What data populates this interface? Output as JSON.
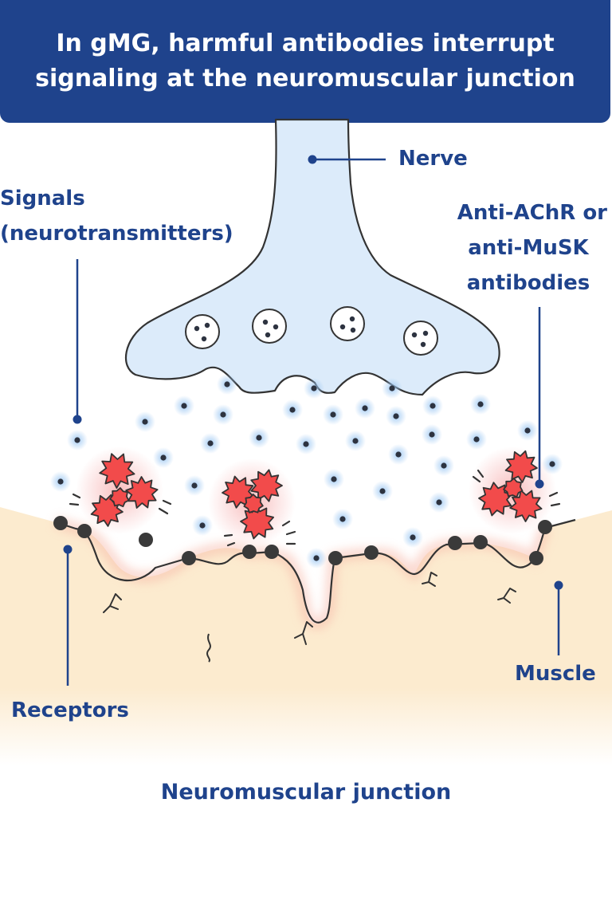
{
  "header": {
    "title": "In gMG, harmful antibodies interrupt signaling at the neuromuscular junction"
  },
  "labels": {
    "nerve": "Nerve",
    "signals_line1": "Signals",
    "signals_line2": "(neurotransmitters)",
    "antibodies_line1": "Anti-AChR or",
    "antibodies_line2": "anti-MuSK",
    "antibodies_line3": "antibodies",
    "muscle": "Muscle",
    "receptors": "Receptors"
  },
  "footer": {
    "caption": "Neuromuscular junction"
  },
  "colors": {
    "brand_navy": "#1f438c",
    "nerve_fill": "#dcebfa",
    "muscle_fill": "#fcebcf",
    "antibody_red": "#f24b4b",
    "receptor_dark": "#3a3a3a"
  },
  "icons": [
    "nerve-terminal-shape",
    "vesicle-icon",
    "antibody-icon",
    "receptor-dot",
    "neurotransmitter-dot",
    "muscle-tissue-shape"
  ]
}
